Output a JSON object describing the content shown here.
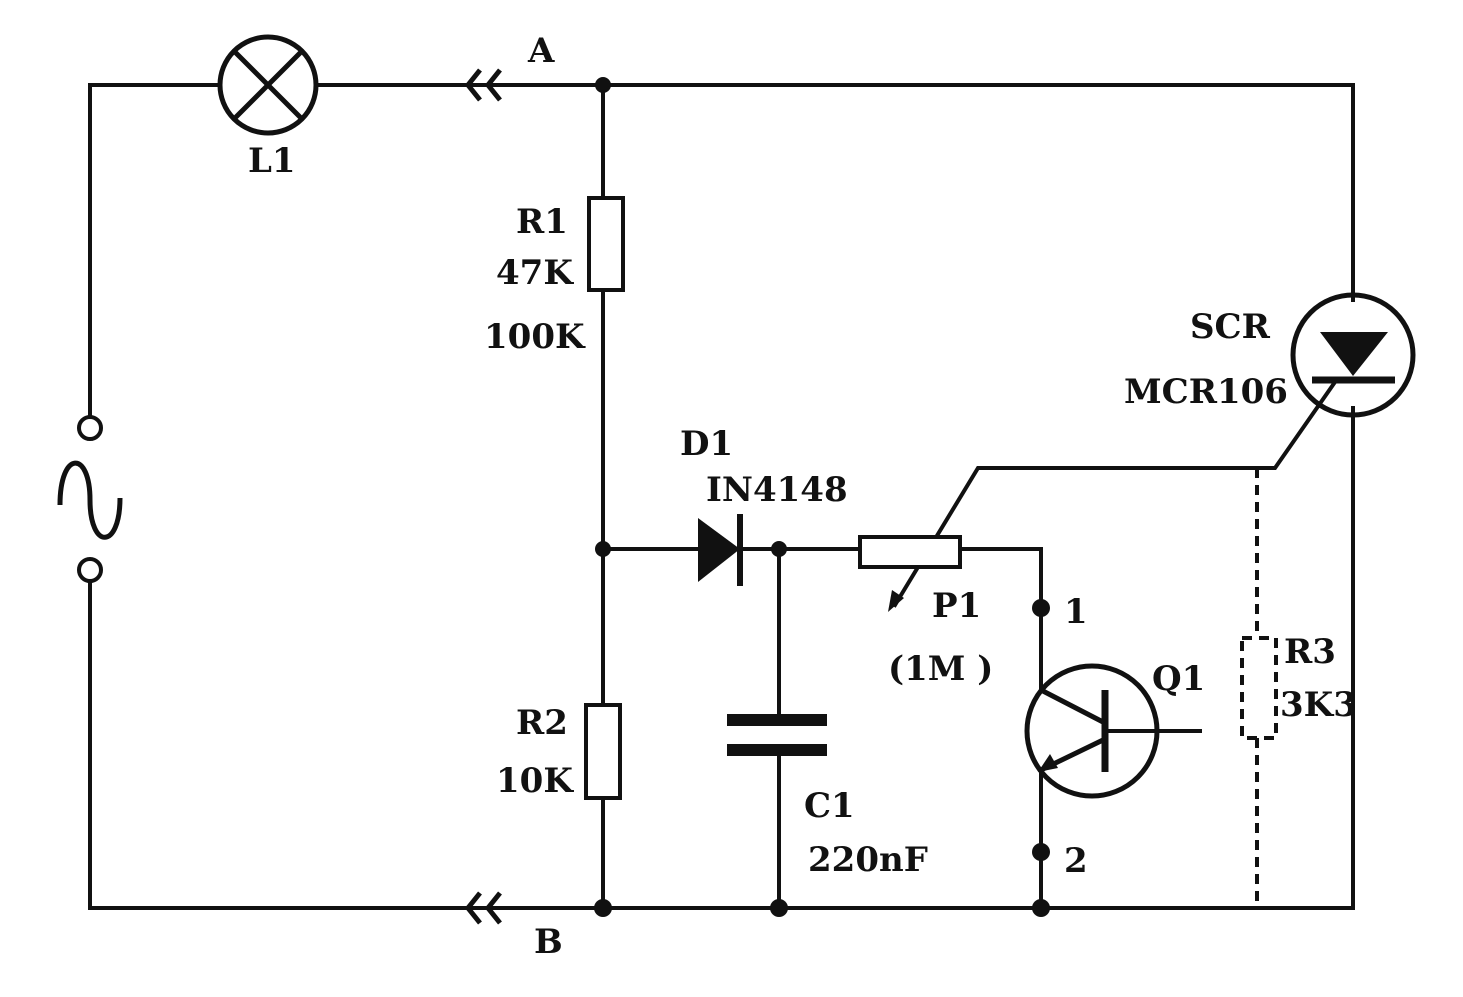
{
  "nodes": {
    "a": "A",
    "b": "B"
  },
  "components": {
    "l1": {
      "name": "L1"
    },
    "r1": {
      "name": "R1",
      "value": "47K",
      "alt_value": "100K"
    },
    "r2": {
      "name": "R2",
      "value": "10K"
    },
    "d1": {
      "name": "D1",
      "value": "IN4148"
    },
    "c1": {
      "name": "C1",
      "value": "220nF"
    },
    "p1": {
      "name": "P1",
      "value": "(1M   )"
    },
    "q1": {
      "name": "Q1",
      "pin1": "1",
      "pin2": "2"
    },
    "scr": {
      "name": "SCR",
      "value": "MCR106"
    },
    "r3": {
      "name": "R3",
      "value": "3K3"
    }
  },
  "colors": {
    "ink": "#111111",
    "paper": "#ffffff"
  }
}
